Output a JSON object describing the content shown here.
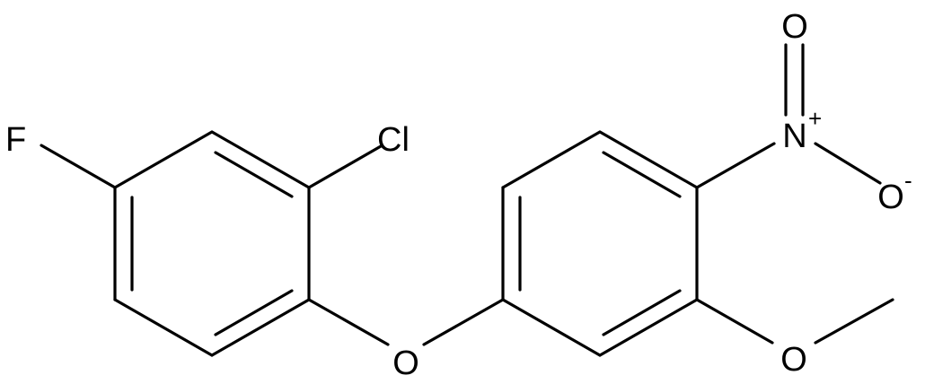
{
  "molecule": {
    "atoms": {
      "fluorine": "F",
      "chlorine": "Cl",
      "ether_oxygen": "O",
      "nitro_nitrogen": "N",
      "nitro_nitrogen_charge": "+",
      "nitro_oxygen_double": "O",
      "nitro_oxygen_single": "O",
      "nitro_oxygen_charge": "-",
      "methoxy_oxygen": "O"
    }
  }
}
